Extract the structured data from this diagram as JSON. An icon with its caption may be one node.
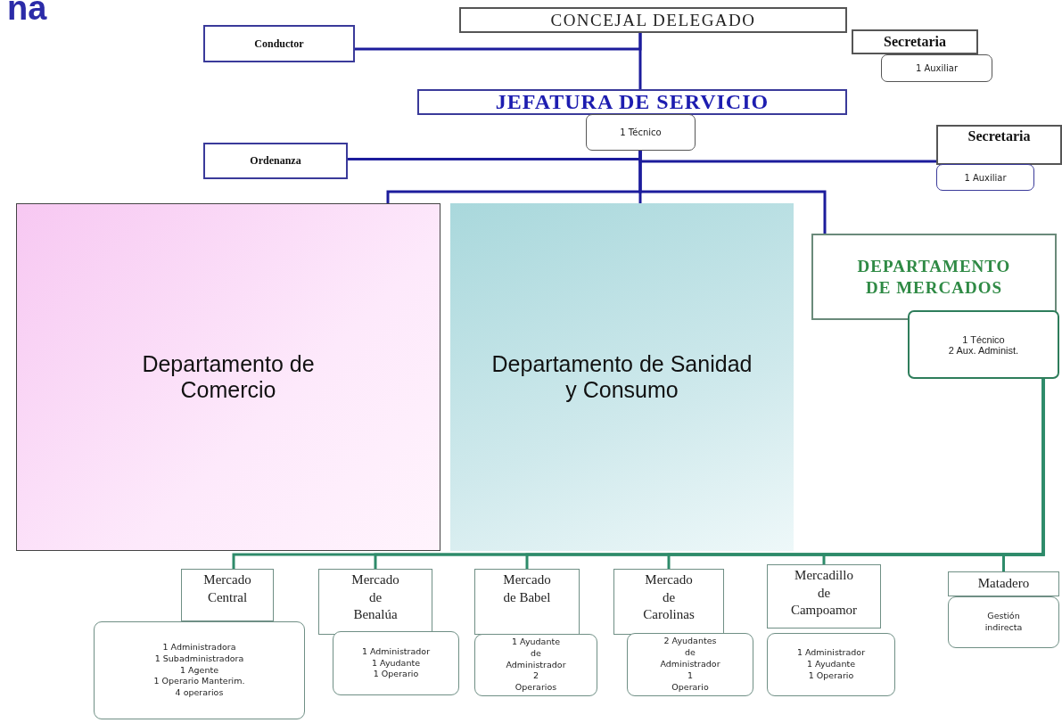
{
  "diagram": {
    "nodes": [
      {
        "text": [
          "CONCEJAL DELEGADO"
        ]
      },
      {
        "text": [
          "Conductor"
        ]
      },
      {
        "text": [
          "Secretaria"
        ]
      },
      {
        "text": [
          "1 Auxiliar"
        ]
      },
      {
        "text": [
          "JEFATURA DE SERVICIO"
        ]
      },
      {
        "text": [
          "1 Técnico"
        ]
      },
      {
        "text": [
          "Ordenanza"
        ]
      },
      {
        "text": [
          "Secretaria"
        ]
      },
      {
        "text": [
          "1 Auxiliar"
        ]
      },
      {
        "text": [
          "Departamento de Comercio"
        ]
      },
      {
        "text": [
          "Departamento de Sanidad y Consumo"
        ]
      },
      {
        "text": [
          "DEPARTAMENTO DE MERCADOS"
        ]
      },
      {
        "text": [
          "1 Técnico",
          "2 Aux. Administ."
        ]
      },
      {
        "text": [
          "Mercado Central"
        ]
      },
      {
        "text": [
          "1 Administradora",
          "1 Subadministradora",
          "1 Agente",
          "1 Operario Manterim.",
          "4 operarios"
        ]
      },
      {
        "text": [
          "Mercado de Benalúa"
        ]
      },
      {
        "text": [
          "1 Administrador",
          "1 Ayudante",
          "1 Operario"
        ]
      },
      {
        "text": [
          "Mercado de Babel"
        ]
      },
      {
        "text": [
          "1 Ayudante de Administrador",
          "2 Operarios"
        ]
      },
      {
        "text": [
          "Mercado de Carolinas"
        ]
      },
      {
        "text": [
          "2 Ayudantes de Administrador",
          "1 Operario"
        ]
      },
      {
        "text": [
          "Mercadillo de Campoamor"
        ]
      },
      {
        "text": [
          "1 Administrador",
          "1 Ayudante",
          "1 Operario"
        ]
      },
      {
        "text": [
          "Matadero"
        ]
      },
      {
        "text": [
          "Gestión indirecta"
        ]
      }
    ],
    "edges": [
      {
        "from": 0,
        "to": 4,
        "arrow": "none"
      },
      {
        "from": 0,
        "to": 1,
        "arrow": "none"
      },
      {
        "from": 5,
        "to": 6,
        "arrow": "none"
      },
      {
        "from": 5,
        "to": 7,
        "arrow": "none"
      },
      {
        "from": 5,
        "to": 9,
        "arrow": "none"
      },
      {
        "from": 5,
        "to": 10,
        "arrow": "none"
      },
      {
        "from": 5,
        "to": 11,
        "arrow": "none"
      },
      {
        "from": 12,
        "to": 13,
        "arrow": "none",
        "color": "#2e8b6a"
      },
      {
        "from": 12,
        "to": 15,
        "arrow": "none",
        "color": "#2e8b6a"
      },
      {
        "from": 12,
        "to": 17,
        "arrow": "none",
        "color": "#2e8b6a"
      },
      {
        "from": 12,
        "to": 19,
        "arrow": "none",
        "color": "#2e8b6a"
      },
      {
        "from": 12,
        "to": 21,
        "arrow": "none",
        "color": "#2e8b6a"
      },
      {
        "from": 12,
        "to": 23,
        "arrow": "none",
        "color": "#2e8b6a"
      }
    ],
    "labels": [
      "na"
    ]
  }
}
